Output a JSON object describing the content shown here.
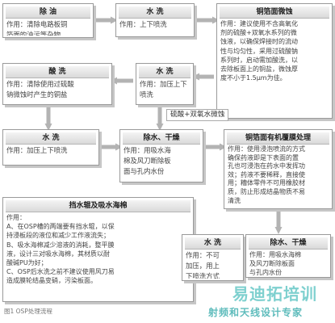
{
  "boxes": [
    {
      "title": "除  油",
      "body": "作用：清除电路板铜\n箔面的油污等杂物"
    },
    {
      "title": "水  洗",
      "body": "作用：上下喷洗"
    },
    {
      "title": "铜箔面微蚀",
      "body": "作用：建议使用不含高氧化\n剂的硫酸+双氧水系列的微\n蚀液，以确保焊接时的流动\n性与均匀性，采用过硫酸钠\n系列时，启动需加酸洗，以\n去除板面上的铜盐，微蚀厚\n度不小于1.5μm为佳。"
    },
    {
      "title": "酸  洗",
      "body": "作用：清除使用过硫酸\n钠微蚀时产生的铜盐"
    },
    {
      "title": "水  洗",
      "body": "作用：加压上下\n喷洗"
    },
    {
      "title": "水  洗",
      "body": "作用：加压上下喷洗"
    },
    {
      "title": "除水、干燥",
      "body": "作用：用吸水海\n棉及风刀断除板\n面与孔内水份"
    },
    {
      "title": "铜箔面有机覆膜处理",
      "body": "作用：使用浸泡喷流的方式\n确保药液即是下表面的置\n孔也可浸泡在药水中发挥功\n效；药液不要稀释，直接使\n用；糟体零件不可用橡胶材\n质，防止形成结晶物质不易\n清洗"
    },
    {
      "title": "挡水辊及吸水海棉",
      "body": "作用：\nA、在OSP槽的两端要有挡水辊，以保\n持浸板段的液位和减少工作液流失；\nB、吸水海棉减少溶液的消耗，整平膜\n液，设计三对吸水海棉，其材质以耐\n酸碱PU为好；\nC、OSP后水洗之前不建议使用风刀易\n造成膜轮结晶变硝，污染板面。"
    },
    {
      "title": "水  洗",
      "body": "作用：不可\n加压，用上\n下喷洗方式"
    },
    {
      "title": "除水、干燥",
      "body": "作用：用吸水海棉\n及风刀断除板面\n与孔内水份"
    }
  ],
  "arrow_label": "硫酸+双氧水微蚀",
  "caption": "图1  OSP处理流程",
  "watermark": {
    "main": "易迪拓培训",
    "sub": "射频和天线设计专家"
  }
}
